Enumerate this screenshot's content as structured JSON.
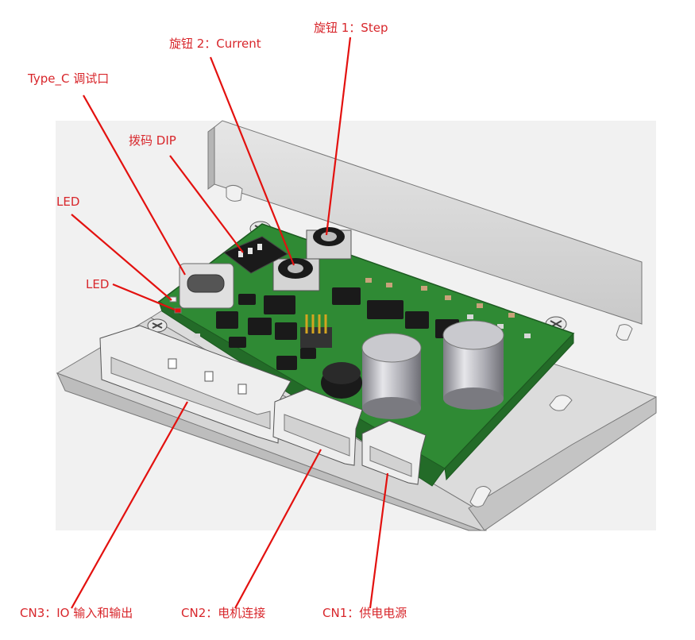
{
  "labels": {
    "knob1": "旋钮 1：Step",
    "knob2": "旋钮 2：Current",
    "typec": "Type_C 调试口",
    "dip": "拨码 DIP",
    "led1": "LED",
    "led2": "LED",
    "cn3": "CN3：IO 输入和输出",
    "cn2": "CN2：电机连接",
    "cn1": "CN1：供电电源"
  },
  "colors": {
    "label_text": "#d8262b",
    "leader_line": "#e3110f",
    "pcb": "#2f8a34",
    "metal": "#d9d9da",
    "background_panel": "#f2f2f2"
  }
}
